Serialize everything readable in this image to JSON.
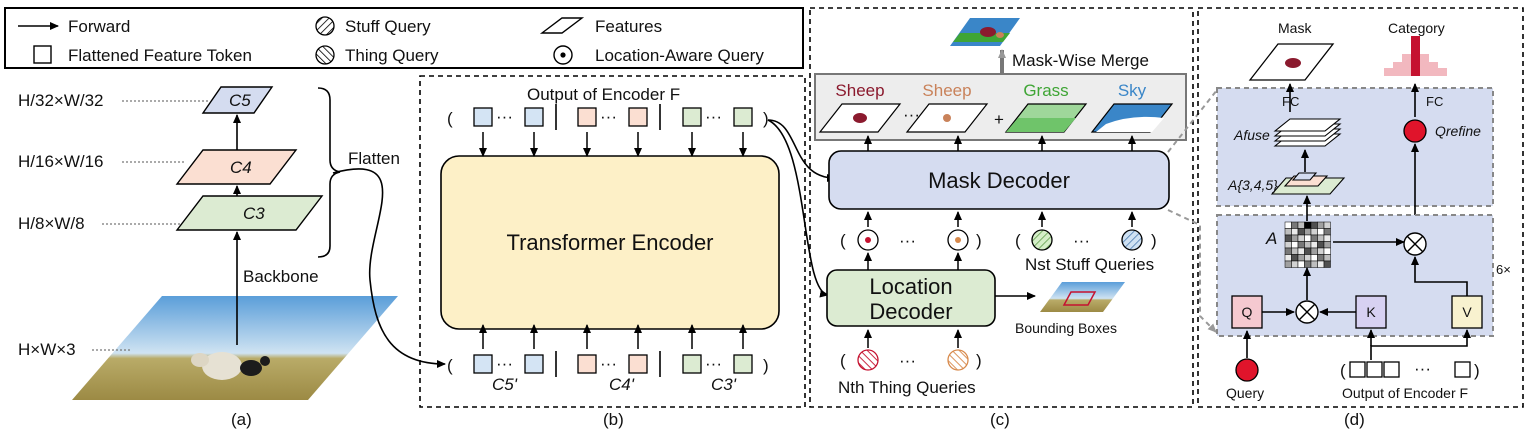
{
  "legend": {
    "forward": "Forward",
    "token": "Flattened Feature Token",
    "stuff": "Stuff Query",
    "thing": "Thing Query",
    "features": "Features",
    "location": "Location-Aware Query"
  },
  "panel_a": {
    "c5": "C5",
    "c4": "C4",
    "c3": "C3",
    "dim5": "H/32×W/32",
    "dim4": "H/16×W/16",
    "dim3": "H/8×W/8",
    "dim_img": "H×W×3",
    "flatten": "Flatten",
    "backbone": "Backbone",
    "caption": "(a)"
  },
  "panel_b": {
    "out_label": "Output of Encoder F",
    "encoder": "Transformer Encoder",
    "c5p": "C5'",
    "c4p": "C4'",
    "c3p": "C3'",
    "ellipsis": "···",
    "caption": "(b)"
  },
  "panel_c": {
    "merge": "Mask-Wise Merge",
    "masks": [
      "Sheep",
      "Sheep",
      "Grass",
      "Sky"
    ],
    "mask_colors": [
      "#8b1a2e",
      "#c9825a",
      "#3fa535",
      "#3a86c8"
    ],
    "plus": "+",
    "ellipsis": "···",
    "mask_decoder": "Mask Decoder",
    "loc_decoder_1": "Location",
    "loc_decoder_2": "Decoder",
    "stuff_queries": "Nst Stuff Queries",
    "thing_queries": "Nth Thing Queries",
    "bboxes": "Bounding Boxes",
    "caption": "(c)"
  },
  "panel_d": {
    "mask": "Mask",
    "category": "Category",
    "fc1": "FC",
    "fc2": "FC",
    "a_fuse": "Afuse",
    "a_345": "A{3,4,5}",
    "q_refine": "Qrefine",
    "a": "A",
    "q": "Q",
    "k": "K",
    "v": "V",
    "times": "6×",
    "query": "Query",
    "out_label": "Output of Encoder F",
    "ellipsis": "···",
    "caption": "(d)"
  }
}
